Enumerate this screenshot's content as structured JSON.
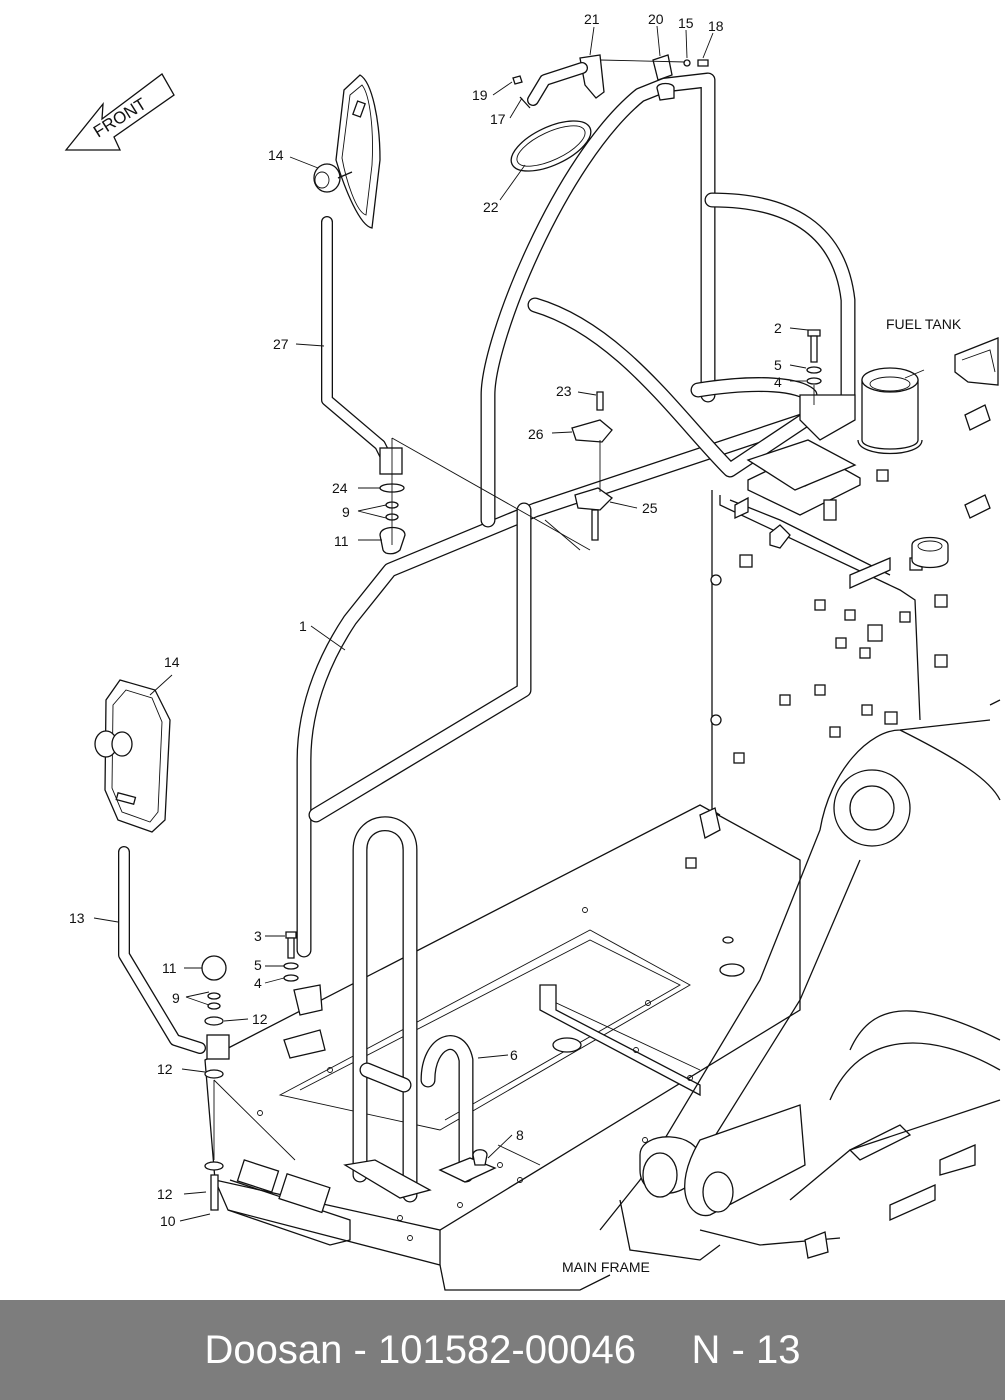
{
  "front_label": "FRONT",
  "labels": {
    "fuel_tank": "FUEL TANK",
    "main_frame": "MAIN FRAME"
  },
  "callouts": {
    "c1": "1",
    "c2": "2",
    "c3": "3",
    "c4a": "4",
    "c4b": "4",
    "c5a": "5",
    "c5b": "5",
    "c6": "6",
    "c8": "8",
    "c9a": "9",
    "c9b": "9",
    "c10": "10",
    "c11a": "11",
    "c11b": "11",
    "c12a": "12",
    "c12b": "12",
    "c12c": "12",
    "c13": "13",
    "c14a": "14",
    "c14b": "14",
    "c15": "15",
    "c17": "17",
    "c18": "18",
    "c19": "19",
    "c20": "20",
    "c21": "21",
    "c22": "22",
    "c23": "23",
    "c24": "24",
    "c25": "25",
    "c26": "26",
    "c27": "27"
  },
  "footer": {
    "text": "Doosan - 101582-00046     N - 13"
  },
  "colors": {
    "footer_bg": "#7d7d7d",
    "footer_text": "#ffffff",
    "line": "#111111"
  }
}
